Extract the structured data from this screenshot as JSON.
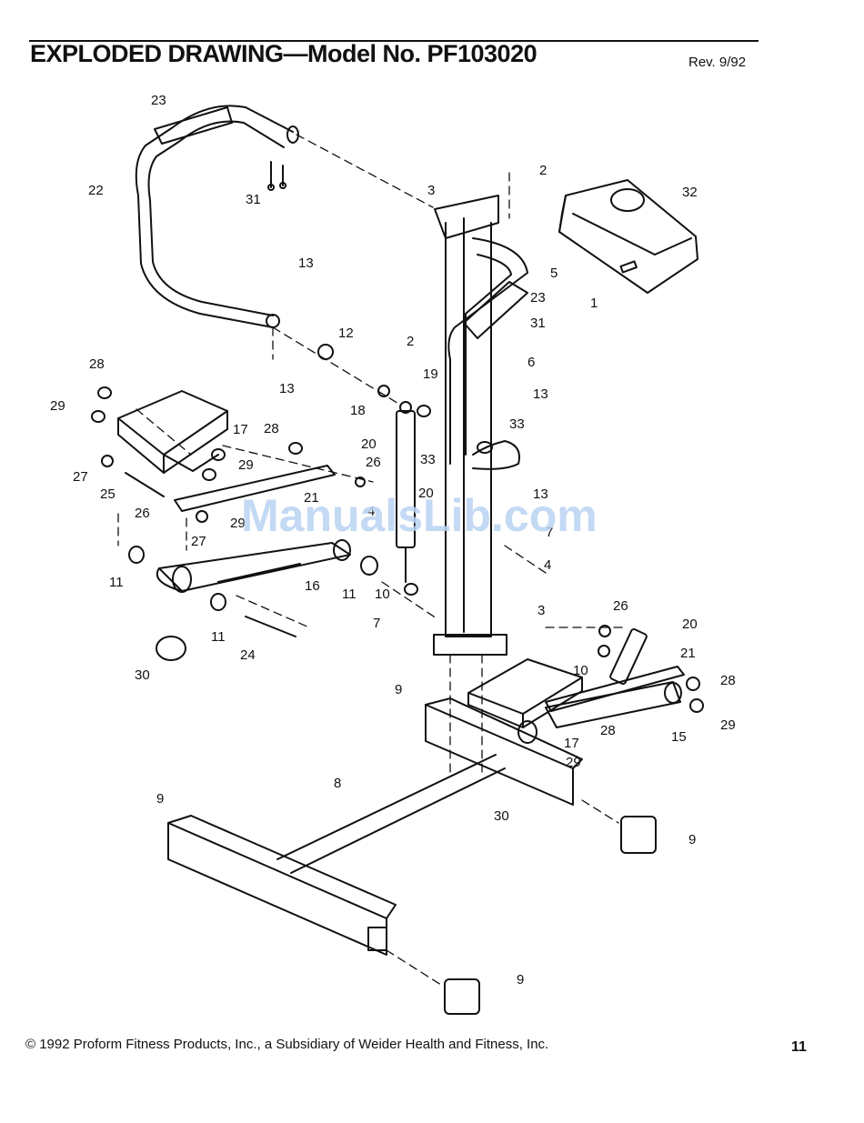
{
  "header": {
    "title": "EXPLODED DRAWING—Model No. PF103020",
    "revision": "Rev. 9/92"
  },
  "watermark": "ManualsLib.com",
  "callouts": [
    {
      "id": "c1",
      "label": "23"
    },
    {
      "id": "c2",
      "label": "22"
    },
    {
      "id": "c3",
      "label": "31"
    },
    {
      "id": "c4",
      "label": "13"
    },
    {
      "id": "c5",
      "label": "12"
    },
    {
      "id": "c6",
      "label": "13"
    },
    {
      "id": "c7",
      "label": "3"
    },
    {
      "id": "c8",
      "label": "2"
    },
    {
      "id": "c9",
      "label": "32"
    },
    {
      "id": "c10",
      "label": "5"
    },
    {
      "id": "c11",
      "label": "23"
    },
    {
      "id": "c12",
      "label": "1"
    },
    {
      "id": "c13",
      "label": "2"
    },
    {
      "id": "c14",
      "label": "31"
    },
    {
      "id": "c15",
      "label": "6"
    },
    {
      "id": "c16",
      "label": "19"
    },
    {
      "id": "c17",
      "label": "18"
    },
    {
      "id": "c18",
      "label": "13"
    },
    {
      "id": "c19",
      "label": "33"
    },
    {
      "id": "c20",
      "label": "33"
    },
    {
      "id": "c21",
      "label": "28"
    },
    {
      "id": "c22",
      "label": "29"
    },
    {
      "id": "c23",
      "label": "17"
    },
    {
      "id": "c24",
      "label": "28"
    },
    {
      "id": "c25",
      "label": "29"
    },
    {
      "id": "c26",
      "label": "20"
    },
    {
      "id": "c27",
      "label": "27"
    },
    {
      "id": "c28",
      "label": "25"
    },
    {
      "id": "c29",
      "label": "26"
    },
    {
      "id": "c30",
      "label": "26"
    },
    {
      "id": "c31",
      "label": "21"
    },
    {
      "id": "c32",
      "label": "20"
    },
    {
      "id": "c33",
      "label": "13"
    },
    {
      "id": "c34",
      "label": "29"
    },
    {
      "id": "c35",
      "label": "4"
    },
    {
      "id": "c36",
      "label": "27"
    },
    {
      "id": "c37",
      "label": "11"
    },
    {
      "id": "c38",
      "label": "16"
    },
    {
      "id": "c39",
      "label": "11"
    },
    {
      "id": "c40",
      "label": "7"
    },
    {
      "id": "c41",
      "label": "4"
    },
    {
      "id": "c42",
      "label": "10"
    },
    {
      "id": "c43",
      "label": "3"
    },
    {
      "id": "c44",
      "label": "7"
    },
    {
      "id": "c45",
      "label": "11"
    },
    {
      "id": "c46",
      "label": "24"
    },
    {
      "id": "c47",
      "label": "26"
    },
    {
      "id": "c48",
      "label": "20"
    },
    {
      "id": "c49",
      "label": "30"
    },
    {
      "id": "c50",
      "label": "10"
    },
    {
      "id": "c51",
      "label": "21"
    },
    {
      "id": "c52",
      "label": "9"
    },
    {
      "id": "c53",
      "label": "28"
    },
    {
      "id": "c54",
      "label": "28"
    },
    {
      "id": "c55",
      "label": "15"
    },
    {
      "id": "c56",
      "label": "29"
    },
    {
      "id": "c57",
      "label": "17"
    },
    {
      "id": "c58",
      "label": "29"
    },
    {
      "id": "c59",
      "label": "8"
    },
    {
      "id": "c60",
      "label": "30"
    },
    {
      "id": "c61",
      "label": "9"
    },
    {
      "id": "c62",
      "label": "9"
    },
    {
      "id": "c63",
      "label": "9"
    }
  ],
  "footer": {
    "copyright": "© 1992 Proform Fitness Products, Inc., a Subsidiary of Weider Health and Fitness, Inc.",
    "page_number": "11"
  }
}
